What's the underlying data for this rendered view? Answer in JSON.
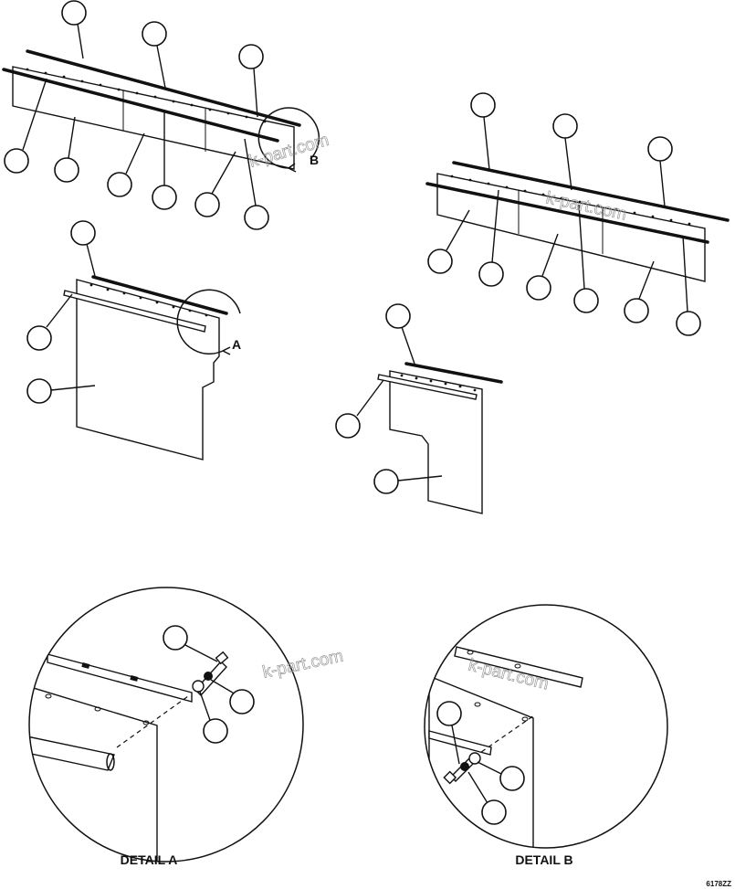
{
  "detail_letters": {
    "a": "A",
    "b": "B"
  },
  "captions": {
    "detail_a": "DETAIL A",
    "detail_b": "DETAIL B"
  },
  "drawing_code": "6178ZZ",
  "watermark": "k-part.com"
}
